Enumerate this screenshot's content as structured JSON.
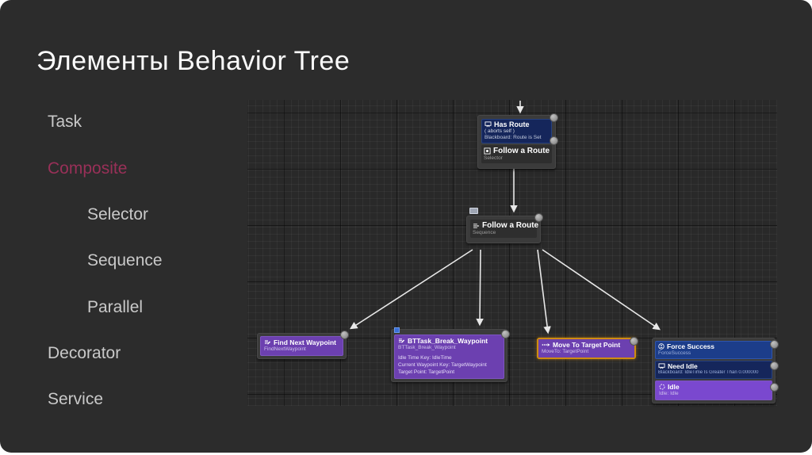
{
  "slide": {
    "title": "Элементы Behavior Tree",
    "accent_color": "#993058",
    "list": [
      {
        "label": "Task",
        "indent": 0,
        "accent": false
      },
      {
        "label": "Composite",
        "indent": 0,
        "accent": true
      },
      {
        "label": "Selector",
        "indent": 1,
        "accent": false
      },
      {
        "label": "Sequence",
        "indent": 1,
        "accent": false
      },
      {
        "label": "Parallel",
        "indent": 1,
        "accent": false
      },
      {
        "label": "Decorator",
        "indent": 0,
        "accent": false
      },
      {
        "label": "Service",
        "indent": 0,
        "accent": false
      }
    ]
  },
  "graph": {
    "colors": {
      "canvas": "#292929",
      "node_frame": "#3b3b3b",
      "decorator_blue": "#15265b",
      "service_blue": "#1c3d8a",
      "task_purple": "#6c40b0",
      "task_purple_bright": "#7a48cf",
      "selected_border": "#cf8c12",
      "wire": "#e8e8e8"
    },
    "icons": {
      "decorator": "blackboard-icon",
      "selector": "selector-box-icon",
      "sequence": "triple-arrow-icon",
      "task": "task-list-icon",
      "move_to": "dotted-arrow-icon",
      "service": "person-circle-icon",
      "idle": "dashed-circle-icon"
    },
    "nodes": {
      "has_route": {
        "decorator_title": "Has Route",
        "aborts": "( aborts self )",
        "blackboard": "Blackboard: Route is Set",
        "title": "Follow a Route",
        "subtitle": "Selector"
      },
      "follow_route": {
        "title": "Follow a Route",
        "subtitle": "Sequence"
      },
      "find_next_waypoint": {
        "title": "Find Next Waypoint",
        "subtitle": "FindNextWaypoint"
      },
      "break_waypoint": {
        "title": "BTTask_Break_Waypoint",
        "subtitle": "BTTask_Break_Waypoint",
        "details": [
          "Idle Time Key: IdleTime",
          "Current Waypoint Key: TargetWaypoint",
          "Target Point: TargetPoint"
        ]
      },
      "move_to": {
        "title": "Move To Target Point",
        "subtitle": "MoveTo: TargetPoint"
      },
      "idle_group": {
        "service_title": "Force Success",
        "service_subtitle": "ForceSuccess",
        "decorator_title": "Need Idle",
        "decorator_subtitle": "Blackboard: IdleTime Is Greater Than 0.000000",
        "task_title": "Idle",
        "task_subtitle": "Idle: Idle"
      }
    }
  }
}
